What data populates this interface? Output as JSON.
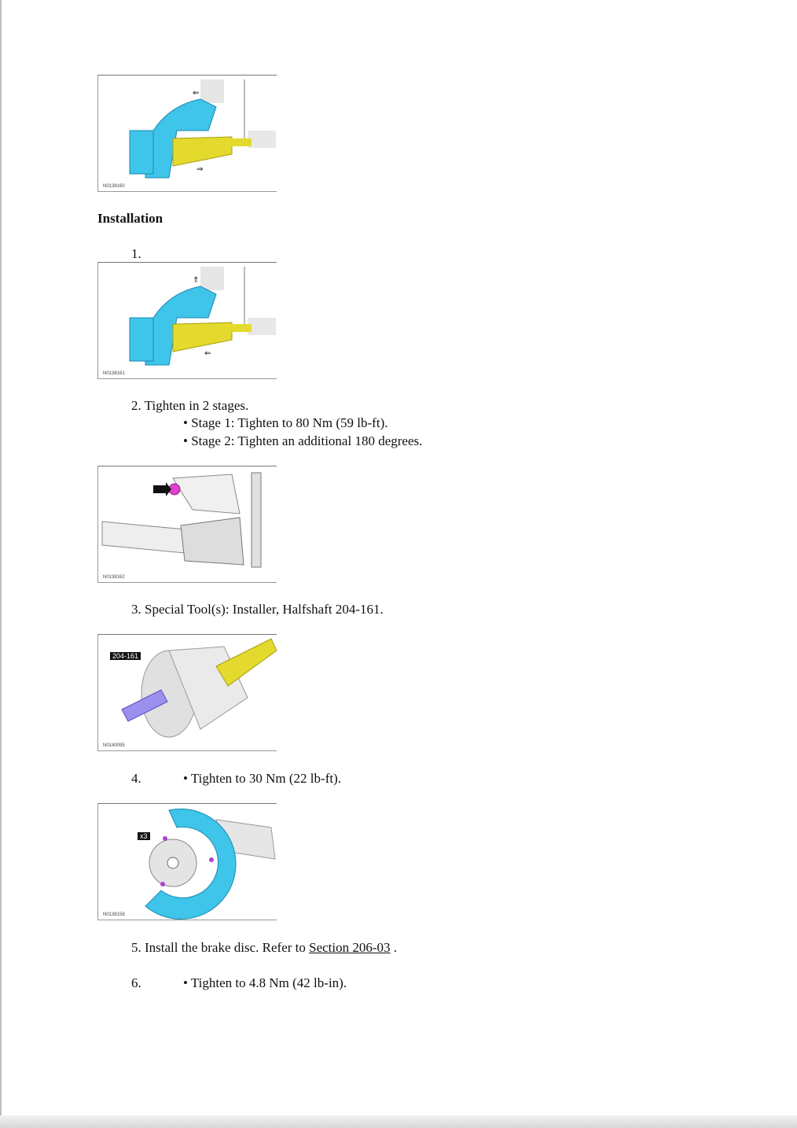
{
  "figures": [
    {
      "code": "N0138160"
    },
    {
      "code": "N0138161"
    },
    {
      "code": "N0138162"
    },
    {
      "code": "N0140095",
      "callout": "204-161"
    },
    {
      "code": "N0138158",
      "callout": "x3"
    }
  ],
  "heading": "Installation",
  "steps": {
    "s1": "1.",
    "s2": "2. Tighten in 2 stages.",
    "s2_b1": "• Stage 1: Tighten to 80 Nm (59 lb-ft).",
    "s2_b2": "• Stage 2: Tighten an additional 180 degrees.",
    "s3": "3. Special Tool(s): Installer, Halfshaft 204-161.",
    "s4_num": "4.",
    "s4_b1": "• Tighten to 30 Nm (22 lb-ft).",
    "s5_pre": "5. Install the brake disc. Refer to ",
    "s5_link": "Section 206-03",
    "s5_post": " .",
    "s6_num": "6.",
    "s6_b1": "• Tighten to 4.8 Nm (42 lb-in)."
  }
}
